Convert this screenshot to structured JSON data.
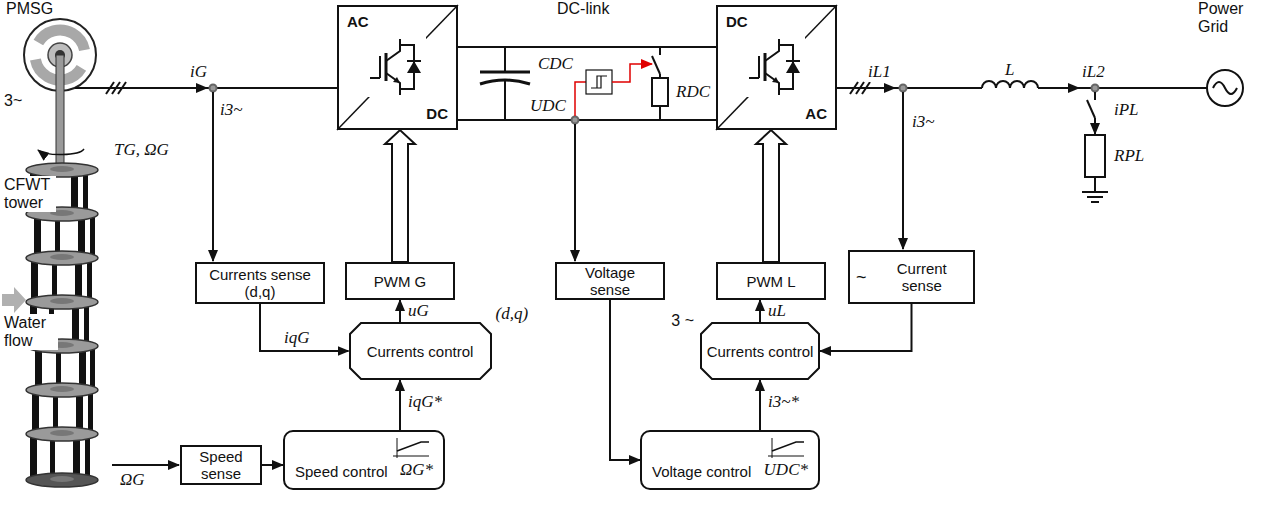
{
  "diagram": {
    "nodes": [
      {
        "text": [
          "AC",
          "DC"
        ]
      },
      {
        "text": [
          "DC",
          "AC"
        ]
      },
      {
        "text": [
          "Currents sense (d,q)"
        ]
      },
      {
        "text": [
          "PWM G"
        ]
      },
      {
        "text": [
          "Currents control",
          "(d,q)"
        ]
      },
      {
        "text": [
          "Voltage sense"
        ]
      },
      {
        "text": [
          "PWM L"
        ]
      },
      {
        "text": [
          "~",
          "Current sense"
        ]
      },
      {
        "text": [
          "3 ~",
          "Currents control"
        ]
      },
      {
        "text": [
          "Speed sense"
        ]
      },
      {
        "text": [
          "Speed control",
          "ΩG*"
        ]
      },
      {
        "text": [
          "Voltage control",
          "UDC*"
        ]
      }
    ],
    "edges": [
      {
        "from": 2,
        "to": 4,
        "arrow": "to",
        "label": "iqG"
      },
      {
        "from": 4,
        "to": 3,
        "arrow": "to",
        "label": "uG"
      },
      {
        "from": 3,
        "to": 0,
        "arrow": "to"
      },
      {
        "from": 9,
        "to": 10,
        "arrow": "to"
      },
      {
        "from": 10,
        "to": 4,
        "arrow": "to",
        "label": "iqG*"
      },
      {
        "from": 5,
        "to": 11,
        "arrow": "to"
      },
      {
        "from": 11,
        "to": 8,
        "arrow": "to",
        "label": "i3~*"
      },
      {
        "from": 8,
        "to": 6,
        "arrow": "to",
        "label": "uL"
      },
      {
        "from": 6,
        "to": 1,
        "arrow": "to"
      },
      {
        "from": 7,
        "to": 8,
        "arrow": "to"
      }
    ],
    "labels": [
      "PMSG",
      "3~",
      "iG",
      "i3~",
      "TG, ΩG",
      "CFWT tower",
      "Water flow",
      "ΩG",
      "DC-link",
      "CDC",
      "UDC",
      "RDC",
      "iL1",
      "L",
      "iL2",
      "Power Grid",
      "i3~",
      "iPL",
      "RPL"
    ]
  }
}
